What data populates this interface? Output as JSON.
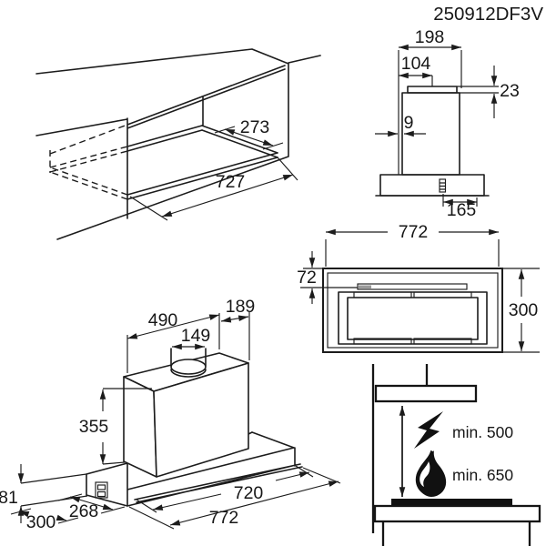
{
  "title": "250912DF3V",
  "line_color": "#1c1c1c",
  "views": {
    "cabinet": {
      "name": "cabinet cutout isometric view",
      "dims": {
        "cutout_depth": "273",
        "cutout_width": "727"
      }
    },
    "side": {
      "name": "side profile view",
      "dims": {
        "overall_depth": "198",
        "duct_center_offset": "104",
        "collar_height": "23",
        "rear_gap": "9",
        "switch_offset": "165"
      }
    },
    "plan": {
      "name": "top plan view",
      "dims": {
        "overall_width": "772",
        "front_clearance": "72",
        "overall_depth": "300"
      }
    },
    "hood": {
      "name": "hood isometric view",
      "dims": {
        "chimney_width": "490",
        "chimney_depth": "189",
        "duct_diameter": "149",
        "chimney_height": "355",
        "body_width": "720",
        "overall_width": "772",
        "drawer_depth": "268",
        "body_depth": "300",
        "body_height": "81"
      }
    },
    "clearance": {
      "name": "mounting clearance view",
      "electric_min": "min. 500",
      "gas_min": "min. 650"
    }
  }
}
